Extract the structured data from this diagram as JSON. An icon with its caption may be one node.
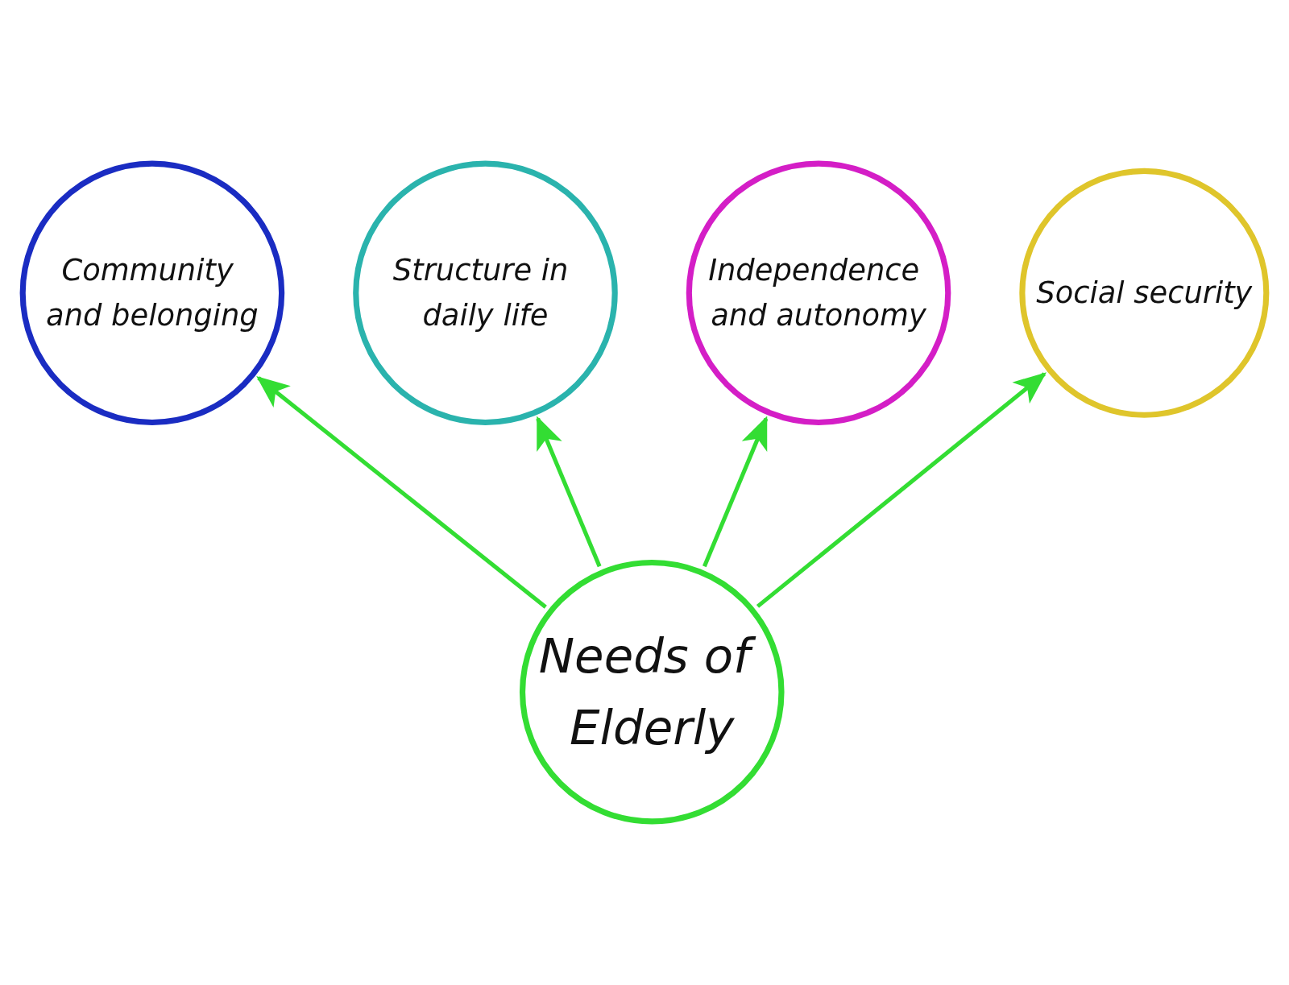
{
  "diagram": {
    "nodes": [
      {
        "text": [
          "Structure in daily life"
        ]
      },
      {
        "text": [
          "Independence and autonomy"
        ]
      },
      {
        "text": [
          "Community and belonging"
        ]
      },
      {
        "text": [
          "Social security"
        ]
      },
      {
        "text": [
          "Needs of Elderly"
        ]
      }
    ],
    "edges": [
      {
        "from": 4,
        "to": 2,
        "arrow": "to"
      },
      {
        "from": 4,
        "to": 0,
        "arrow": "to"
      },
      {
        "from": 4,
        "to": 1,
        "arrow": "to"
      },
      {
        "from": 4,
        "to": 3,
        "arrow": "to"
      }
    ]
  }
}
